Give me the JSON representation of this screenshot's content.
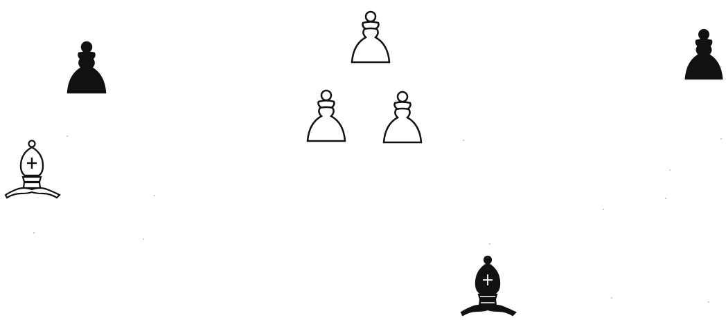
{
  "diagram": {
    "pieces": [
      {
        "id": "black-pawn-left",
        "type": "pawn",
        "color": "black"
      },
      {
        "id": "white-pawn-top",
        "type": "pawn",
        "color": "white"
      },
      {
        "id": "white-pawn-mid-left",
        "type": "pawn",
        "color": "white"
      },
      {
        "id": "white-pawn-mid-right",
        "type": "pawn",
        "color": "white"
      },
      {
        "id": "black-pawn-right",
        "type": "pawn",
        "color": "black"
      },
      {
        "id": "white-bishop",
        "type": "bishop",
        "color": "white"
      },
      {
        "id": "black-bishop",
        "type": "bishop",
        "color": "black"
      }
    ],
    "colors": {
      "white_fill": "#ffffff",
      "black_fill": "#111111",
      "outline": "#111111",
      "background": "#ffffff"
    }
  }
}
